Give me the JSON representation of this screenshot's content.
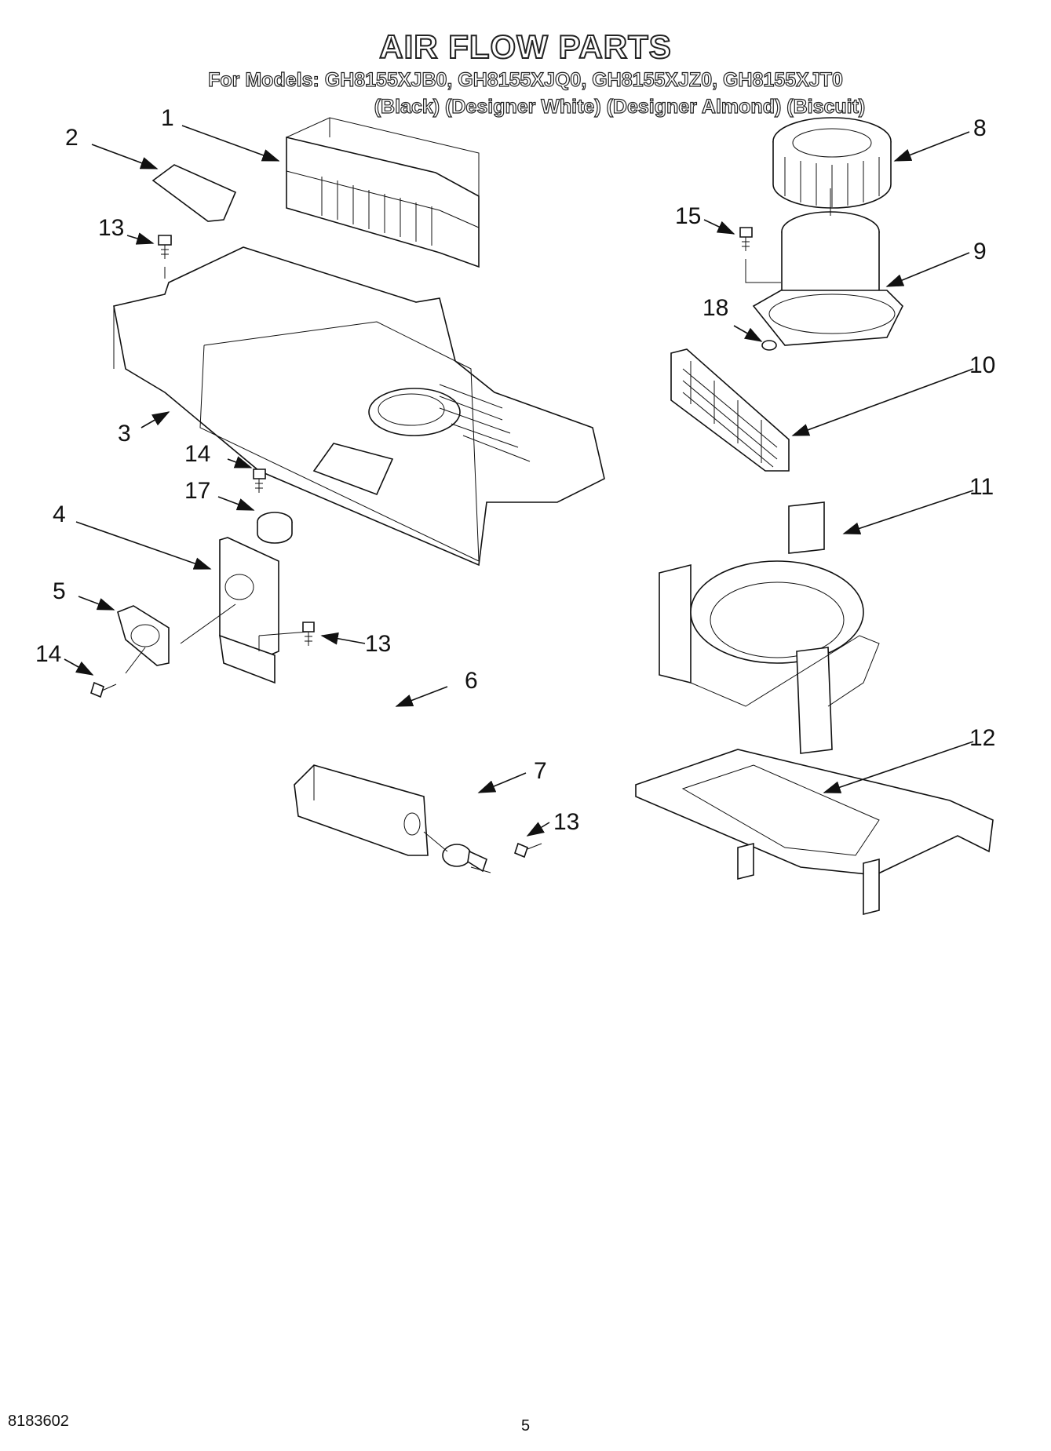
{
  "header": {
    "title": "AIR FLOW PARTS",
    "models_line": "For Models: GH8155XJB0, GH8155XJQ0, GH8155XJZ0, GH8155XJT0",
    "colors_line": "(Black)  (Designer White) (Designer Almond)  (Biscuit)"
  },
  "callouts": {
    "c1": "1",
    "c2": "2",
    "c3": "3",
    "c4": "4",
    "c5": "5",
    "c6": "6",
    "c7": "7",
    "c8": "8",
    "c9": "9",
    "c10": "10",
    "c11": "11",
    "c12": "12",
    "c13a": "13",
    "c13b": "13",
    "c13c": "13",
    "c14a": "14",
    "c14b": "14",
    "c15": "15",
    "c17": "17",
    "c18": "18"
  },
  "footer": {
    "doc_number": "8183602",
    "page_number": "5"
  }
}
